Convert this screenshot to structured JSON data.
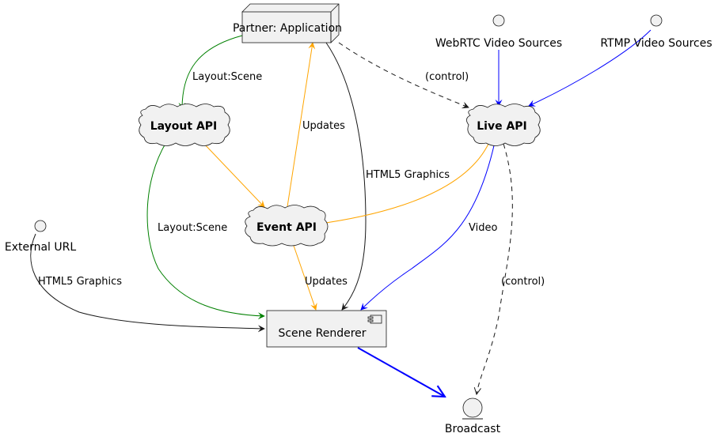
{
  "diagram": {
    "nodes": {
      "partner_app": "Partner: Application",
      "layout_api": "Layout API",
      "event_api": "Event API",
      "live_api": "Live API",
      "scene_renderer": "Scene Renderer",
      "webrtc_sources": "WebRTC Video Sources",
      "rtmp_sources": "RTMP Video Sources",
      "external_url": "External URL",
      "broadcast": "Broadcast"
    },
    "edge_labels": {
      "partner_to_layout": "Layout:Scene",
      "partner_to_live": "(control)",
      "event_to_partner": "Updates",
      "partner_to_renderer": "HTML5 Graphics",
      "layout_to_renderer": "Layout:Scene",
      "live_to_renderer": "Video",
      "live_to_broadcast": "(control)",
      "external_to_renderer": "HTML5 Graphics",
      "event_to_renderer": "Updates"
    },
    "colors": {
      "green": "#008000",
      "orange": "#FFA500",
      "blue": "#0000FF",
      "black": "#181818",
      "node_fill": "#F1F1F1"
    }
  }
}
